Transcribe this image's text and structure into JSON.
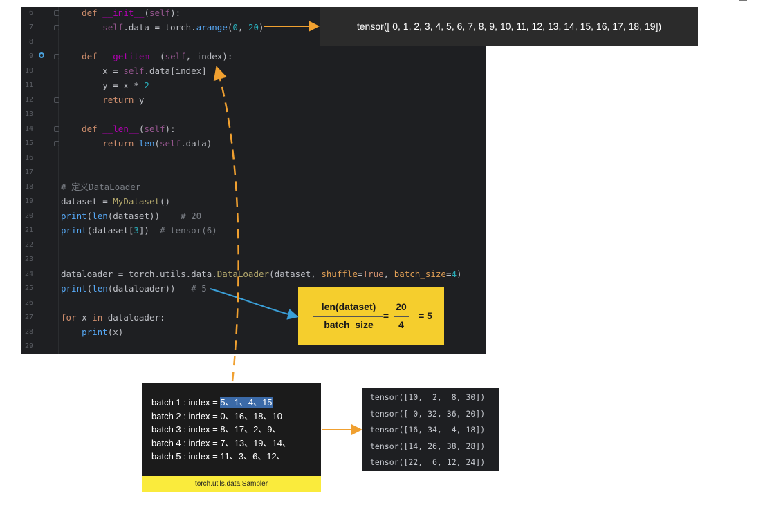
{
  "editor": {
    "lines": [
      {
        "n": "6",
        "parts": [
          [
            "    ",
            ""
          ],
          [
            "def ",
            "kw"
          ],
          [
            "__init__",
            "dn"
          ],
          [
            "(",
            ""
          ],
          [
            "self",
            "sf"
          ],
          [
            "):",
            ""
          ]
        ]
      },
      {
        "n": "7",
        "parts": [
          [
            "        ",
            ""
          ],
          [
            "self",
            "sf"
          ],
          [
            ".data = torch.",
            ""
          ],
          [
            "arange",
            "py"
          ],
          [
            "(",
            ""
          ],
          [
            "0",
            "nm"
          ],
          [
            ", ",
            ""
          ],
          [
            "20",
            "nm"
          ],
          [
            ")",
            ""
          ]
        ]
      },
      {
        "n": "8",
        "parts": []
      },
      {
        "n": "9",
        "parts": [
          [
            "    ",
            ""
          ],
          [
            "def ",
            "kw"
          ],
          [
            "__getitem__",
            "dn"
          ],
          [
            "(",
            ""
          ],
          [
            "self",
            "sf"
          ],
          [
            ", index):",
            ""
          ]
        ]
      },
      {
        "n": "10",
        "parts": [
          [
            "        x = ",
            ""
          ],
          [
            "self",
            "sf"
          ],
          [
            ".data[index]",
            ""
          ]
        ]
      },
      {
        "n": "11",
        "parts": [
          [
            "        y = x * ",
            ""
          ],
          [
            "2",
            "nm"
          ]
        ]
      },
      {
        "n": "12",
        "parts": [
          [
            "        ",
            ""
          ],
          [
            "return ",
            "kw"
          ],
          [
            "y",
            ""
          ]
        ]
      },
      {
        "n": "13",
        "parts": []
      },
      {
        "n": "14",
        "parts": [
          [
            "    ",
            ""
          ],
          [
            "def ",
            "kw"
          ],
          [
            "__len__",
            "dn"
          ],
          [
            "(",
            ""
          ],
          [
            "self",
            "sf"
          ],
          [
            "):",
            ""
          ]
        ]
      },
      {
        "n": "15",
        "parts": [
          [
            "        ",
            ""
          ],
          [
            "return ",
            "kw"
          ],
          [
            "len",
            "py"
          ],
          [
            "(",
            ""
          ],
          [
            "self",
            "sf"
          ],
          [
            ".data)",
            ""
          ]
        ]
      },
      {
        "n": "16",
        "parts": []
      },
      {
        "n": "17",
        "parts": []
      },
      {
        "n": "18",
        "parts": [
          [
            "# 定义DataLoader",
            "cm"
          ]
        ]
      },
      {
        "n": "19",
        "parts": [
          [
            "dataset = ",
            ""
          ],
          [
            "MyDataset",
            "cls"
          ],
          [
            "()",
            ""
          ]
        ]
      },
      {
        "n": "20",
        "parts": [
          [
            "print",
            "py"
          ],
          [
            "(",
            ""
          ],
          [
            "len",
            "py"
          ],
          [
            "(dataset))    ",
            ""
          ],
          [
            "# 20",
            "cm"
          ]
        ]
      },
      {
        "n": "21",
        "parts": [
          [
            "print",
            "py"
          ],
          [
            "(dataset[",
            ""
          ],
          [
            "3",
            "nm"
          ],
          [
            "])  ",
            ""
          ],
          [
            "# tensor(6)",
            "cm"
          ]
        ]
      },
      {
        "n": "22",
        "parts": []
      },
      {
        "n": "23",
        "parts": []
      },
      {
        "n": "24",
        "parts": [
          [
            "dataloader = torch.utils.data.",
            ""
          ],
          [
            "DataLoader",
            "cls"
          ],
          [
            "(dataset, ",
            ""
          ],
          [
            "shuffle",
            "at"
          ],
          [
            "=",
            ""
          ],
          [
            "True",
            "kw"
          ],
          [
            ", ",
            ""
          ],
          [
            "batch_size",
            "at"
          ],
          [
            "=",
            ""
          ],
          [
            "4",
            "nm"
          ],
          [
            ")",
            ""
          ]
        ]
      },
      {
        "n": "25",
        "parts": [
          [
            "print",
            "py"
          ],
          [
            "(",
            ""
          ],
          [
            "len",
            "py"
          ],
          [
            "(dataloader))   ",
            ""
          ],
          [
            "# 5",
            "cm"
          ]
        ]
      },
      {
        "n": "26",
        "parts": []
      },
      {
        "n": "27",
        "parts": [
          [
            "for ",
            "kw"
          ],
          [
            "x ",
            ""
          ],
          [
            "in ",
            "kw"
          ],
          [
            "dataloader:",
            ""
          ]
        ]
      },
      {
        "n": "28",
        "parts": [
          [
            "    ",
            ""
          ],
          [
            "print",
            "py"
          ],
          [
            "(x)",
            ""
          ]
        ]
      },
      {
        "n": "29",
        "parts": []
      }
    ]
  },
  "arange_callout": {
    "text": "tensor([ 0,  1,  2,  3,  4,  5,  6,  7,  8,  9, 10, 11, 12, 13, 14, 15, 16, 17, 18, 19])"
  },
  "formula": {
    "num1": "len(dataset)",
    "den1": "batch_size",
    "eq1": "=",
    "num2": "20",
    "den2": "4",
    "eq2": "= 5"
  },
  "sampler": {
    "batches": [
      {
        "label": "batch 1 :  index = ",
        "indices": "5、1、4、15",
        "highlight": true
      },
      {
        "label": "batch 2 :  index = ",
        "indices": "0、16、18、10",
        "highlight": false
      },
      {
        "label": "batch 3 :  index = ",
        "indices": "8、17、2、9、",
        "highlight": false
      },
      {
        "label": "batch 4 :  index = ",
        "indices": "7、13、19、14、",
        "highlight": false
      },
      {
        "label": "batch 5 :  index = ",
        "indices": "11、3、6、12、",
        "highlight": false
      }
    ],
    "footer": "torch.utils.data.Sampler"
  },
  "tensors": [
    "tensor([10,  2,  8, 30])",
    "tensor([ 0, 32, 36, 20])",
    "tensor([16, 34,  4, 18])",
    "tensor([14, 26, 38, 28])",
    "tensor([22,  6, 12, 24])"
  ],
  "colors": {
    "arrow_orange": "#f0a030",
    "arrow_blue": "#3a9fd8",
    "formula_bg": "#f5ce2d",
    "sampler_footer": "#faeb3c"
  }
}
